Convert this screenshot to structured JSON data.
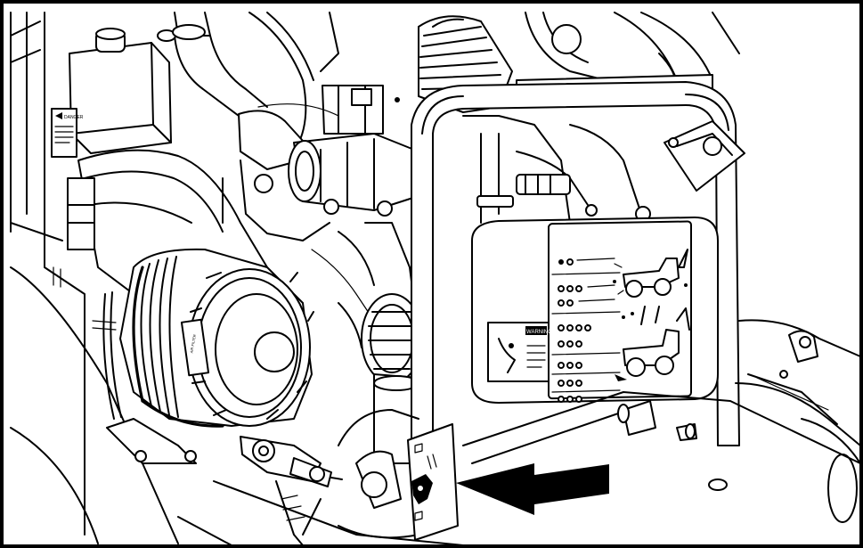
{
  "figure": {
    "frame_color": "#000000",
    "background": "#ffffff",
    "ink": "#000000"
  },
  "decals": {
    "warning_label": "WARNING",
    "small_placard_text": "DANGER",
    "filter_label_text": "AIR FILTER"
  },
  "callout": {
    "arrow_icon": "large-black-arrow-left",
    "target": "battery-disconnect-switch"
  }
}
